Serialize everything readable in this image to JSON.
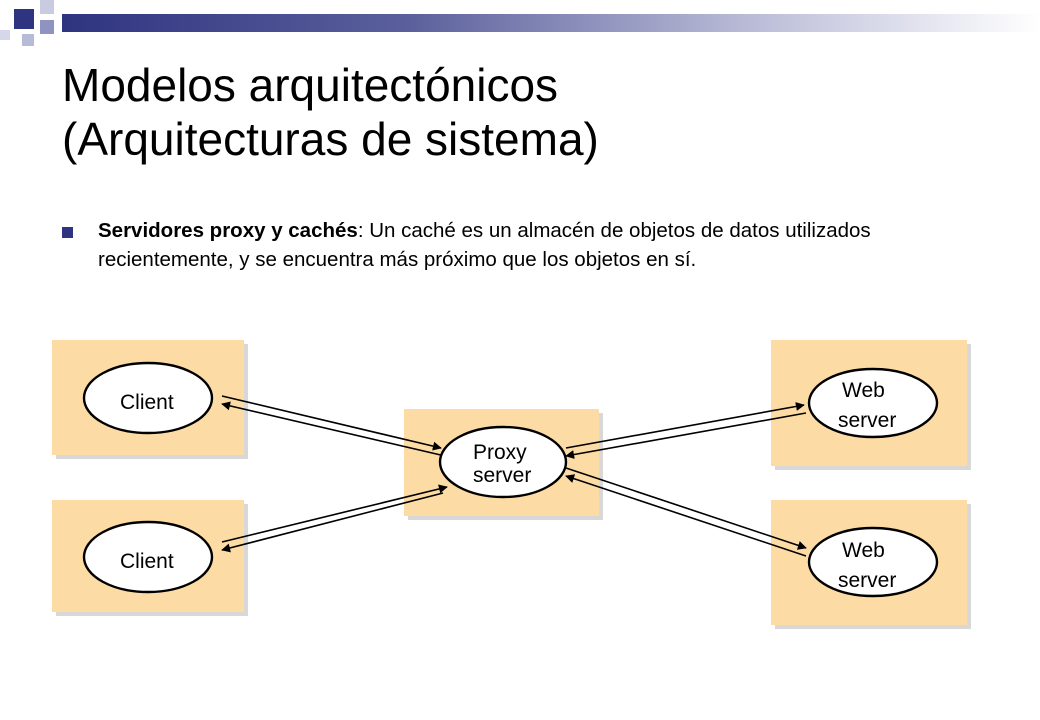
{
  "slide": {
    "title_line1": "Modelos arquitectónicos",
    "title_line2": "(Arquitecturas de sistema)",
    "bullet": {
      "term": "Servidores proxy y cachés",
      "separator": ":",
      "text": " Un caché es un almacén de objetos de datos utilizados recientemente, y se encuentra más próximo que los objetos en sí."
    }
  },
  "diagram": {
    "clients": [
      "Client",
      "Client"
    ],
    "proxy": [
      "Proxy",
      "server"
    ],
    "servers": [
      [
        "Web",
        "server"
      ],
      [
        "Web",
        "server"
      ]
    ]
  },
  "colors": {
    "accent": "#2f3480",
    "box_fill": "#fcdca4",
    "box_shadow": "#d8d8d8"
  }
}
